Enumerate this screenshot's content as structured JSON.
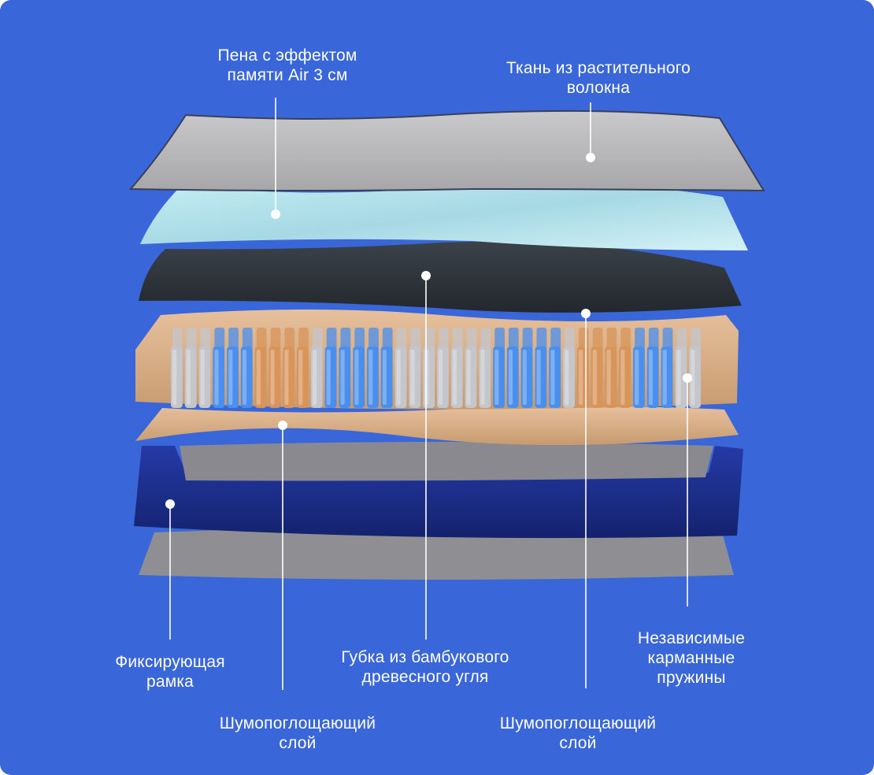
{
  "colors": {
    "background": "#3966d8",
    "fabric": "#b3b2b4",
    "memory_foam": "#a8dbe6",
    "charcoal_foam": "#2d3339",
    "sound_layer": "#d8aa7e",
    "frame": "#1c2d8c",
    "spring_gray": "#c4c6cc",
    "spring_blue": "#4a8fee",
    "spring_orange": "#d99459",
    "callout": "#ffffff"
  },
  "labels": {
    "memory_foam": [
      "Пена с эффектом",
      "памяти Air 3 см"
    ],
    "fabric": [
      "Ткань из растительного",
      "волокна"
    ],
    "frame": [
      "Фиксирующая",
      "рамка"
    ],
    "charcoal": [
      "Губка из бамбукового",
      "древесного угля"
    ],
    "springs": [
      "Независимые",
      "карманные",
      "пружины"
    ],
    "sound_bottom": [
      "Шумопоглощающий",
      "слой"
    ],
    "sound_top": [
      "Шумопоглощающий",
      "слой"
    ]
  },
  "springs": {
    "pattern": [
      "gray",
      "gray",
      "gray",
      "blue",
      "blue",
      "blue",
      "orange",
      "orange",
      "orange",
      "orange",
      "gray",
      "blue",
      "blue",
      "blue",
      "blue",
      "blue",
      "gray",
      "gray",
      "gray",
      "gray",
      "gray",
      "gray",
      "gray",
      "blue",
      "blue",
      "blue",
      "blue",
      "blue",
      "gray",
      "orange",
      "orange",
      "orange",
      "orange",
      "blue",
      "blue",
      "blue",
      "gray",
      "gray"
    ]
  }
}
